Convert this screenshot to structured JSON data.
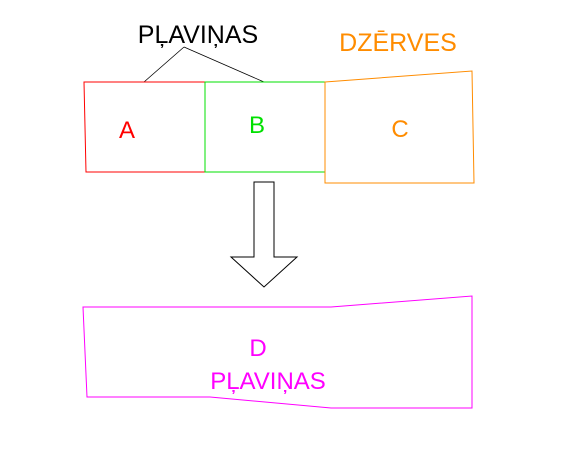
{
  "colors": {
    "a": "#ff0000",
    "b": "#00e000",
    "c": "#ff8c00",
    "d": "#ff00ff",
    "outline": "#000000"
  },
  "labels": {
    "group_top": "PĻAVIŅAS",
    "c_group": "DZĒRVES",
    "a": "A",
    "b": "B",
    "c": "C",
    "d": "D",
    "d_sub": "PĻAVIŅAS"
  },
  "icons": {
    "arrow": "arrow-down-icon"
  }
}
